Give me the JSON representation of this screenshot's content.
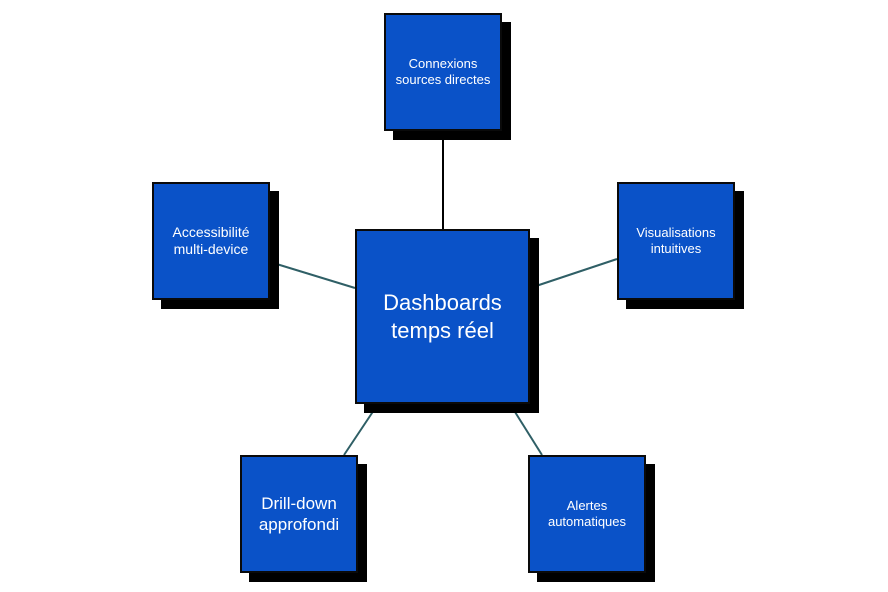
{
  "diagram": {
    "center": {
      "label": "Dashboards temps réel"
    },
    "nodes": {
      "top": {
        "label": "Connexions sources directes"
      },
      "left": {
        "label": "Accessibilité multi-device"
      },
      "right": {
        "label": "Visualisations intuitives"
      },
      "bottom_left": {
        "label": "Drill-down approfondi"
      },
      "bottom_right": {
        "label": "Alertes automatiques"
      }
    },
    "colors": {
      "node_fill": "#0a52c8",
      "node_shadow": "#000000",
      "connector_dark": "#000000",
      "connector_teal": "#2f5f66"
    }
  }
}
